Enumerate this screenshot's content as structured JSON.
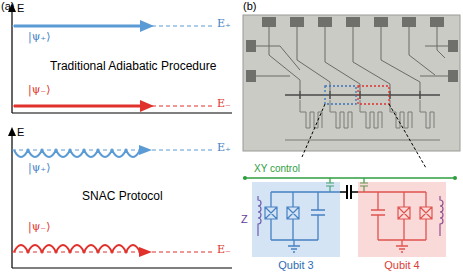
{
  "diagram": {
    "nodes": [
      {
        "text": [
          "Qubit 3"
        ]
      },
      {
        "text": [
          "Qubit 4"
        ]
      }
    ],
    "edges": [
      {
        "from": 0,
        "to": 1,
        "arrow": "none"
      }
    ],
    "labels": [
      "(a)",
      "E",
      "E₊",
      "|ψ₊⟩",
      "Traditional Adiabatic Procedure",
      "|ψ₋⟩",
      "E₋",
      "E",
      "E₊",
      "|ψ₊⟩",
      "SNAC Protocol",
      "|ψ₋⟩",
      "E₋",
      "(b)",
      "XY control",
      "Z"
    ]
  }
}
